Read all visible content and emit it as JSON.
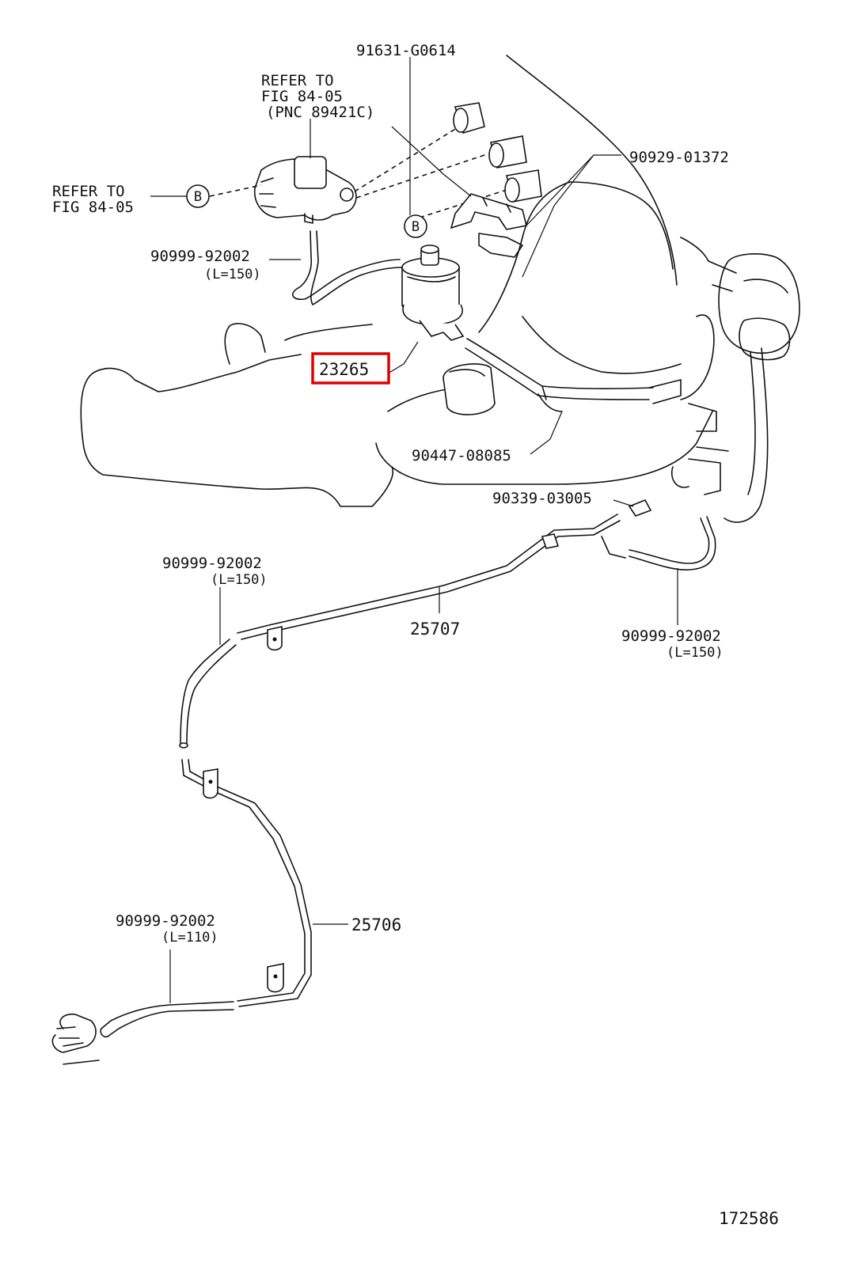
{
  "labels": {
    "p91631": "91631-G0614",
    "refer_top_1": "REFER TO",
    "refer_top_2": "FIG 84-05",
    "refer_top_3": "(PNC 89421C)",
    "refer_left_1": "REFER TO",
    "refer_left_2": "FIG 84-05",
    "p90929": "90929-01372",
    "hose_top": "90999-92002",
    "hose_top_len": "(L=150)",
    "p23265": "23265",
    "p90447": "90447-08085",
    "p90339": "90339-03005",
    "hose_mid_left": "90999-92002",
    "hose_mid_left_len": "(L=150)",
    "p25707": "25707",
    "hose_mid_right": "90999-92002",
    "hose_mid_right_len": "(L=150)",
    "hose_bottom": "90999-92002",
    "hose_bottom_len": "(L=110)",
    "p25706": "25706",
    "figure_number": "172586"
  },
  "callouts": {
    "b_marker": "B"
  },
  "highlight": {
    "part": "23265",
    "color": "#e00000"
  }
}
